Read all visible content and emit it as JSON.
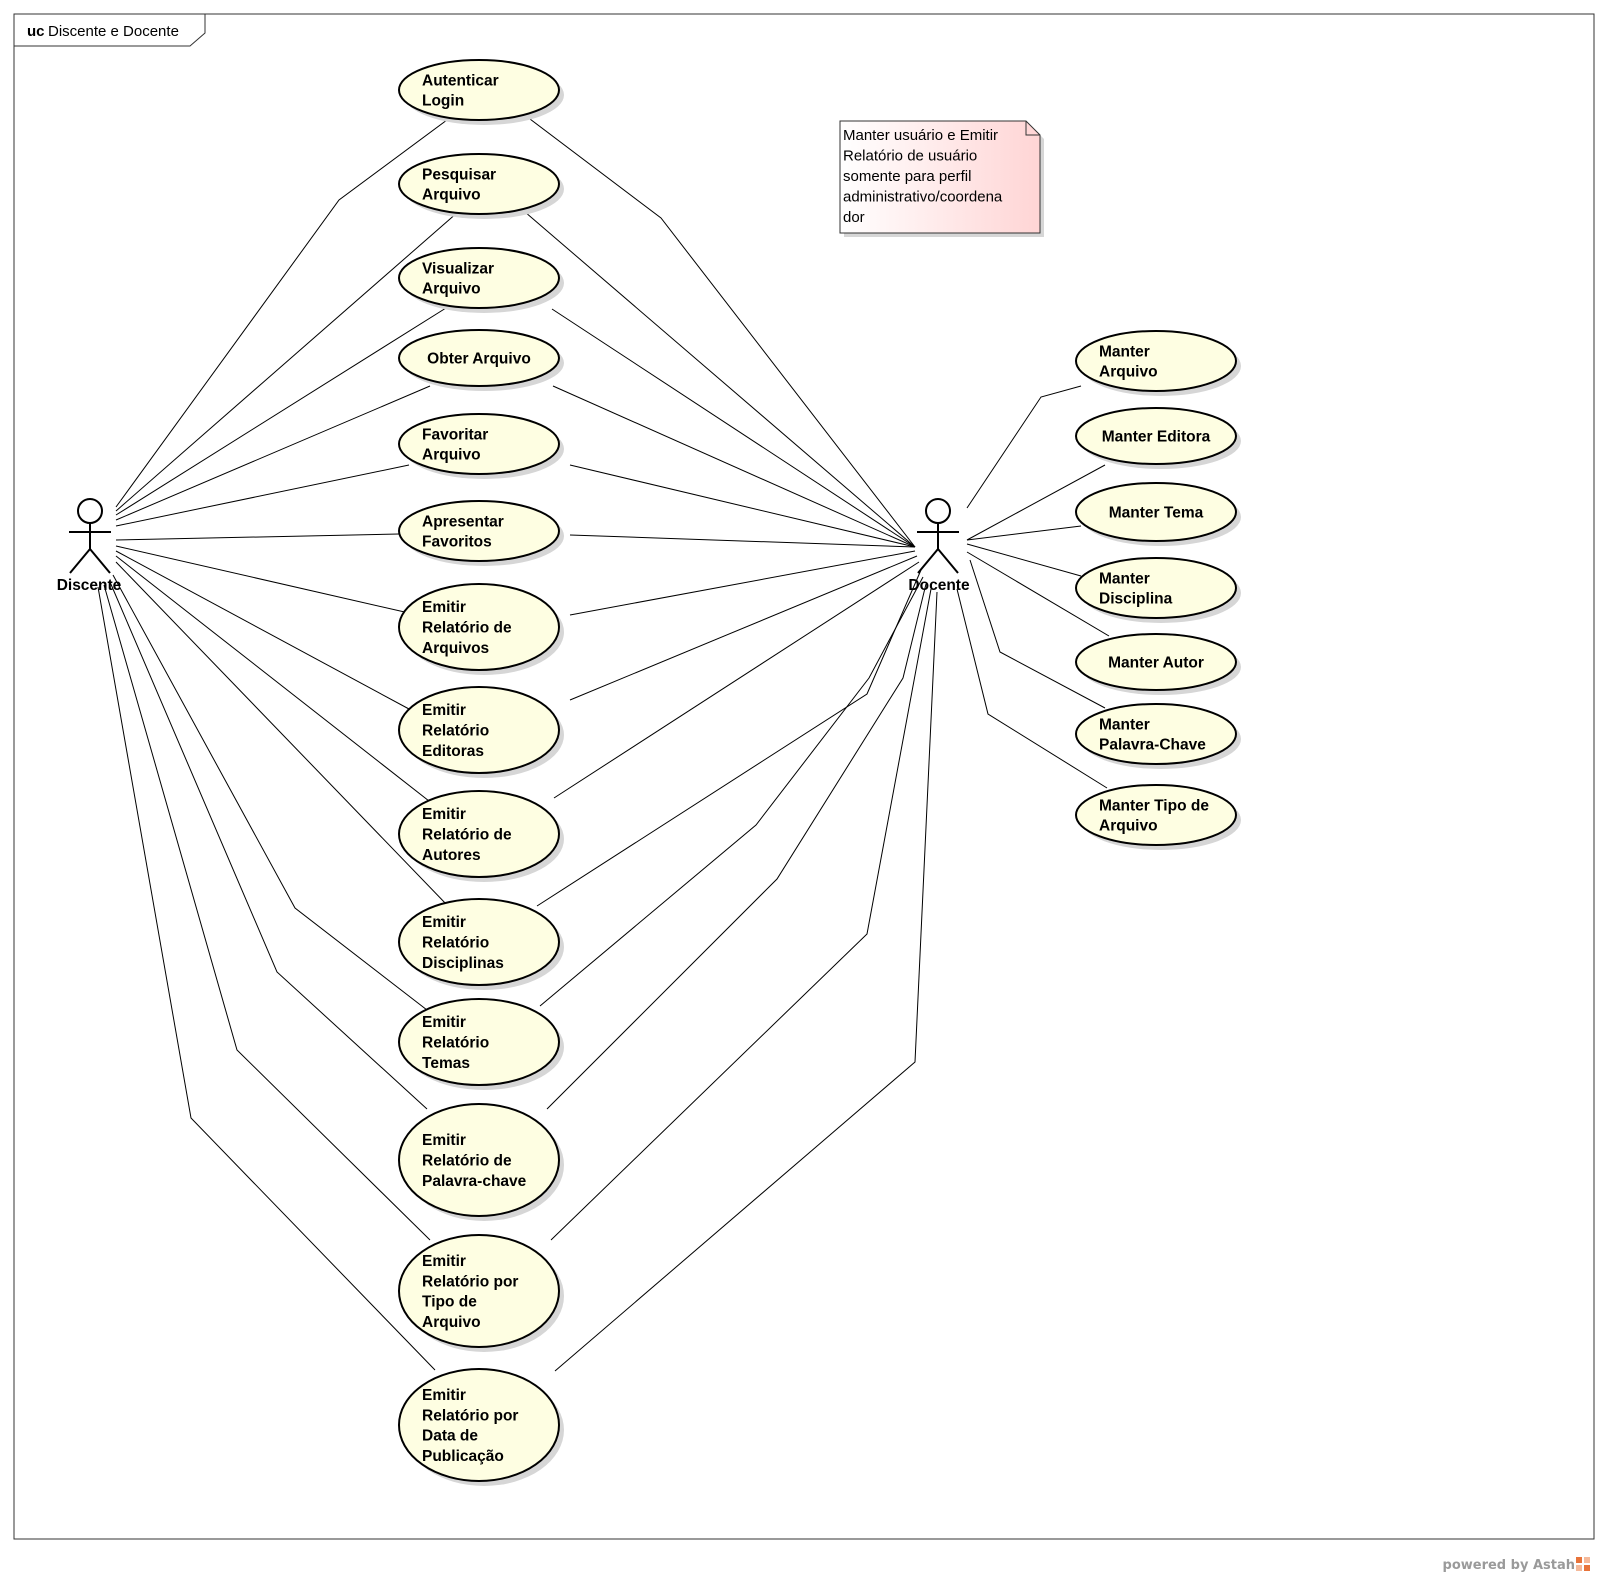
{
  "frame": {
    "keyword": "uc",
    "name": "Discente e Docente"
  },
  "actors": [
    {
      "id": "discente",
      "name": "Discente"
    },
    {
      "id": "docente",
      "name": "Docente"
    }
  ],
  "use_cases": [
    {
      "id": "autenticar-login",
      "lines": [
        "Autenticar",
        "Login"
      ]
    },
    {
      "id": "pesquisar-arquivo",
      "lines": [
        "Pesquisar",
        "Arquivo"
      ]
    },
    {
      "id": "visualizar-arquivo",
      "lines": [
        "Visualizar",
        "Arquivo"
      ]
    },
    {
      "id": "obter-arquivo",
      "lines": [
        "Obter Arquivo"
      ]
    },
    {
      "id": "favoritar-arquivo",
      "lines": [
        "Favoritar",
        "Arquivo"
      ]
    },
    {
      "id": "apresentar-favoritos",
      "lines": [
        "Apresentar",
        "Favoritos"
      ]
    },
    {
      "id": "emitir-relatorio-arquivos",
      "lines": [
        "Emitir",
        "Relatório de",
        "Arquivos"
      ]
    },
    {
      "id": "emitir-relatorio-editoras",
      "lines": [
        "Emitir",
        "Relatório",
        "Editoras"
      ]
    },
    {
      "id": "emitir-relatorio-autores",
      "lines": [
        "Emitir",
        "Relatório de",
        "Autores"
      ]
    },
    {
      "id": "emitir-relatorio-disciplinas",
      "lines": [
        "Emitir",
        "Relatório",
        "Disciplinas"
      ]
    },
    {
      "id": "emitir-relatorio-temas",
      "lines": [
        "Emitir",
        "Relatório",
        "Temas"
      ]
    },
    {
      "id": "emitir-relatorio-palavra-chave",
      "lines": [
        "Emitir",
        "Relatório de",
        "Palavra-chave"
      ]
    },
    {
      "id": "emitir-relatorio-tipo-arquivo",
      "lines": [
        "Emitir",
        "Relatório por",
        "Tipo de",
        "Arquivo"
      ]
    },
    {
      "id": "emitir-relatorio-data-publicacao",
      "lines": [
        "Emitir",
        "Relatório por",
        "Data de",
        "Publicação"
      ]
    },
    {
      "id": "manter-arquivo",
      "lines": [
        "Manter",
        "Arquivo"
      ]
    },
    {
      "id": "manter-editora",
      "lines": [
        "Manter Editora"
      ]
    },
    {
      "id": "manter-tema",
      "lines": [
        "Manter Tema"
      ]
    },
    {
      "id": "manter-disciplina",
      "lines": [
        "Manter",
        "Disciplina"
      ]
    },
    {
      "id": "manter-autor",
      "lines": [
        "Manter Autor"
      ]
    },
    {
      "id": "manter-palavra-chave",
      "lines": [
        "Manter",
        "Palavra-Chave"
      ]
    },
    {
      "id": "manter-tipo-arquivo",
      "lines": [
        "Manter Tipo de",
        "Arquivo"
      ]
    }
  ],
  "associations": [
    [
      "discente",
      "autenticar-login"
    ],
    [
      "discente",
      "pesquisar-arquivo"
    ],
    [
      "discente",
      "visualizar-arquivo"
    ],
    [
      "discente",
      "obter-arquivo"
    ],
    [
      "discente",
      "favoritar-arquivo"
    ],
    [
      "discente",
      "apresentar-favoritos"
    ],
    [
      "discente",
      "emitir-relatorio-arquivos"
    ],
    [
      "discente",
      "emitir-relatorio-editoras"
    ],
    [
      "discente",
      "emitir-relatorio-autores"
    ],
    [
      "discente",
      "emitir-relatorio-disciplinas"
    ],
    [
      "discente",
      "emitir-relatorio-temas"
    ],
    [
      "discente",
      "emitir-relatorio-palavra-chave"
    ],
    [
      "discente",
      "emitir-relatorio-tipo-arquivo"
    ],
    [
      "discente",
      "emitir-relatorio-data-publicacao"
    ],
    [
      "docente",
      "autenticar-login"
    ],
    [
      "docente",
      "pesquisar-arquivo"
    ],
    [
      "docente",
      "visualizar-arquivo"
    ],
    [
      "docente",
      "obter-arquivo"
    ],
    [
      "docente",
      "favoritar-arquivo"
    ],
    [
      "docente",
      "apresentar-favoritos"
    ],
    [
      "docente",
      "emitir-relatorio-arquivos"
    ],
    [
      "docente",
      "emitir-relatorio-editoras"
    ],
    [
      "docente",
      "emitir-relatorio-autores"
    ],
    [
      "docente",
      "emitir-relatorio-disciplinas"
    ],
    [
      "docente",
      "emitir-relatorio-temas"
    ],
    [
      "docente",
      "emitir-relatorio-palavra-chave"
    ],
    [
      "docente",
      "emitir-relatorio-tipo-arquivo"
    ],
    [
      "docente",
      "emitir-relatorio-data-publicacao"
    ],
    [
      "docente",
      "manter-arquivo"
    ],
    [
      "docente",
      "manter-editora"
    ],
    [
      "docente",
      "manter-tema"
    ],
    [
      "docente",
      "manter-disciplina"
    ],
    [
      "docente",
      "manter-autor"
    ],
    [
      "docente",
      "manter-palavra-chave"
    ],
    [
      "docente",
      "manter-tipo-arquivo"
    ]
  ],
  "note": {
    "lines": [
      "Manter usuário e Emitir",
      "Relatório de usuário",
      "somente para perfil",
      "administrativo/coordena",
      "dor"
    ],
    "fill_color": "#ffd5d5"
  },
  "colors": {
    "use_case_fill": "#fefee2",
    "logo_accent": "#e8743b"
  },
  "footer": {
    "text": "powered by Astah"
  }
}
